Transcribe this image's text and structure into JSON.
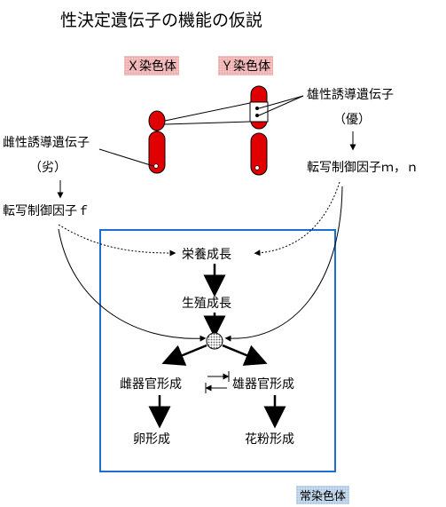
{
  "title": "性決定遺伝子の機能の仮説",
  "chromosomes": {
    "x_label": "Ｘ染色体",
    "y_label": "Ｙ染色体",
    "autosome_label": "常染色体"
  },
  "left_gene": {
    "name": "雌性誘導遺伝子",
    "dominance": "（劣）",
    "factor": "転写制御因子ｆ"
  },
  "right_gene": {
    "name": "雄性誘導遺伝子",
    "dominance": "（優）",
    "factor": "転写制御因子ｍ，ｎ"
  },
  "flow": {
    "vegetative": "栄養成長",
    "reproductive": "生殖成長",
    "female_organ": "雌器官形成",
    "male_organ": "雄器官形成",
    "egg": "卵形成",
    "pollen": "花粉形成"
  },
  "colors": {
    "chromosome_fill": "#e00000",
    "autosome_box": "#1a6fd0",
    "label_bg": "#f4c4c4",
    "autosome_label_bg": "#c9dcef"
  }
}
